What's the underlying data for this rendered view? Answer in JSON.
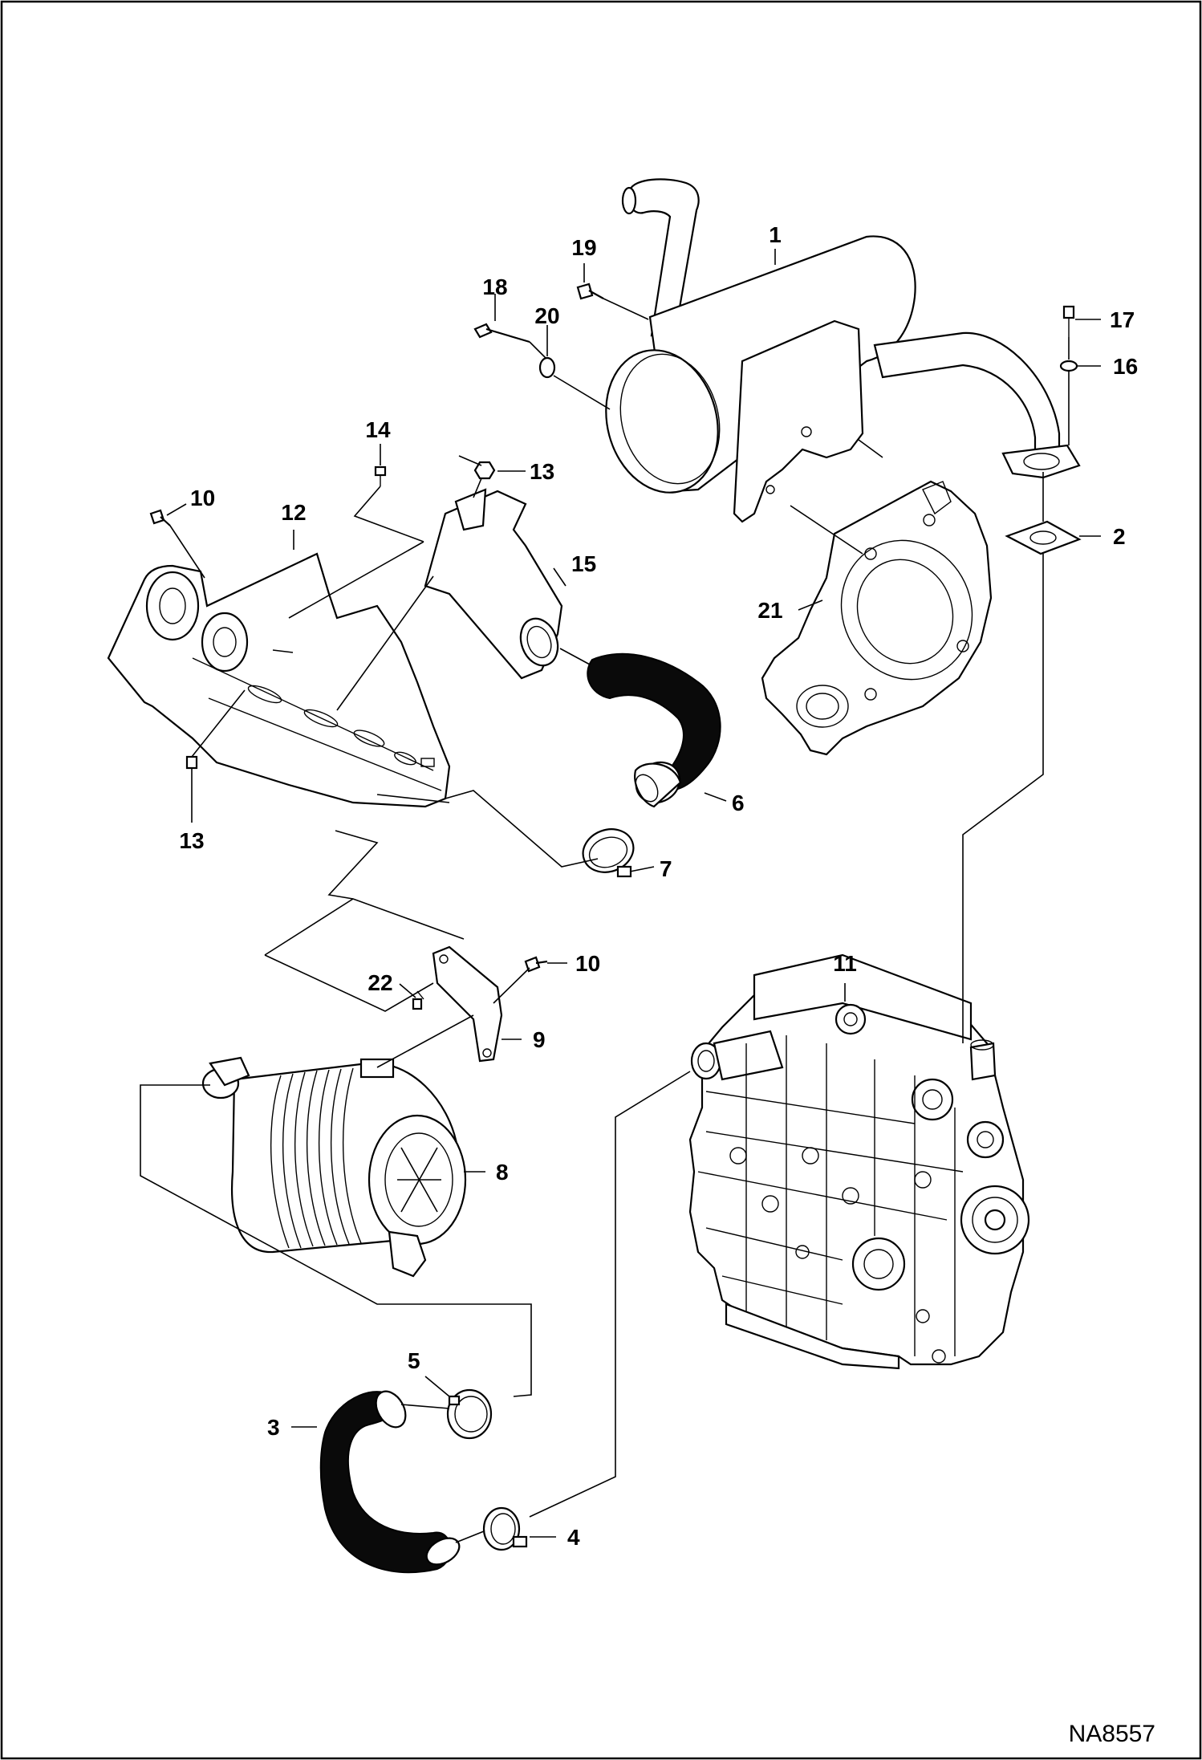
{
  "figure_id": "NA8557",
  "callouts": [
    {
      "id": "c1",
      "label": "1"
    },
    {
      "id": "c2",
      "label": "2"
    },
    {
      "id": "c3",
      "label": "3"
    },
    {
      "id": "c4",
      "label": "4"
    },
    {
      "id": "c5",
      "label": "5"
    },
    {
      "id": "c6",
      "label": "6"
    },
    {
      "id": "c7",
      "label": "7"
    },
    {
      "id": "c8",
      "label": "8"
    },
    {
      "id": "c9",
      "label": "9"
    },
    {
      "id": "c10a",
      "label": "10"
    },
    {
      "id": "c10b",
      "label": "10"
    },
    {
      "id": "c11",
      "label": "11"
    },
    {
      "id": "c12",
      "label": "12"
    },
    {
      "id": "c13a",
      "label": "13"
    },
    {
      "id": "c13b",
      "label": "13"
    },
    {
      "id": "c14",
      "label": "14"
    },
    {
      "id": "c15",
      "label": "15"
    },
    {
      "id": "c16",
      "label": "16"
    },
    {
      "id": "c17",
      "label": "17"
    },
    {
      "id": "c18",
      "label": "18"
    },
    {
      "id": "c19",
      "label": "19"
    },
    {
      "id": "c20",
      "label": "20"
    },
    {
      "id": "c21",
      "label": "21"
    },
    {
      "id": "c22",
      "label": "22"
    }
  ],
  "colors": {
    "frame": "#000000",
    "background": "#ffffff",
    "hose": "#0a0a0a"
  }
}
